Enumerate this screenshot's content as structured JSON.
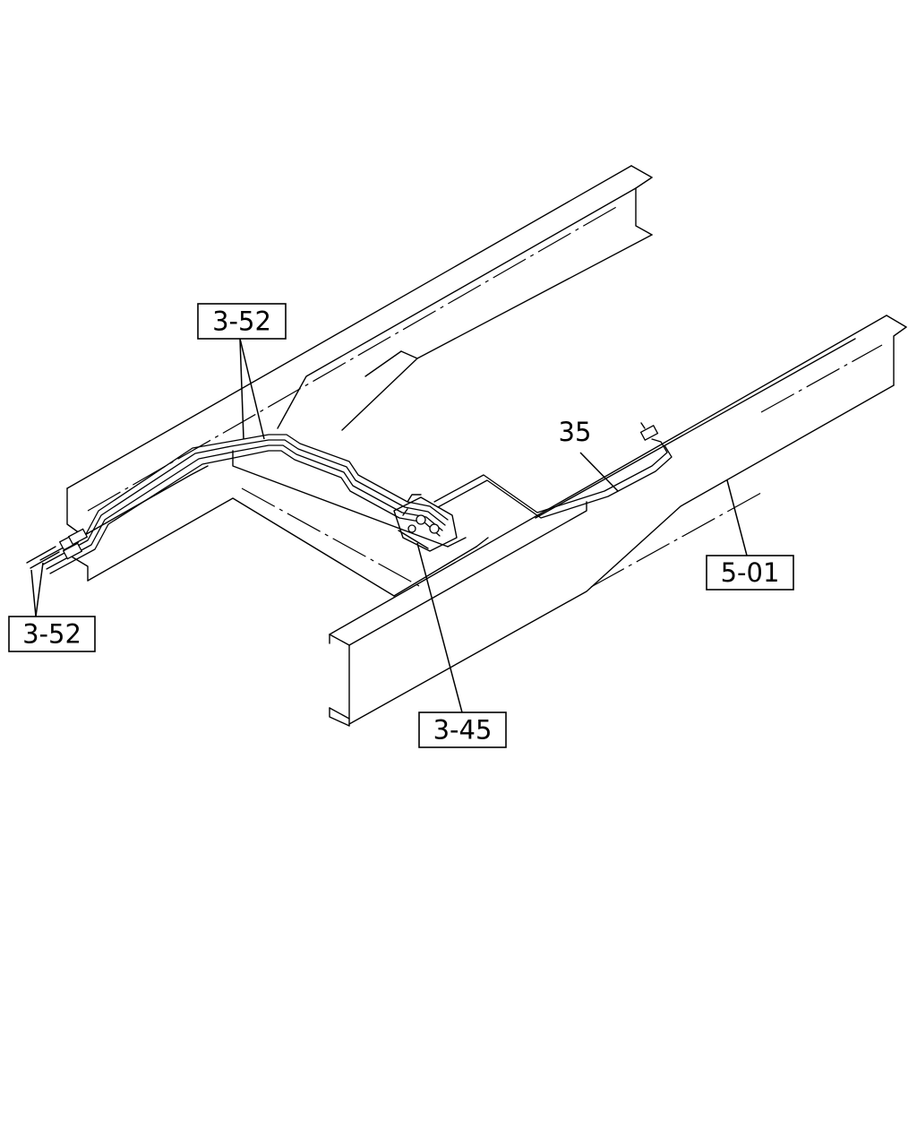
{
  "callouts": {
    "c1": "3-52",
    "c2": "3-52",
    "c3": "3-45",
    "c4": "5-01",
    "c5": "35"
  }
}
